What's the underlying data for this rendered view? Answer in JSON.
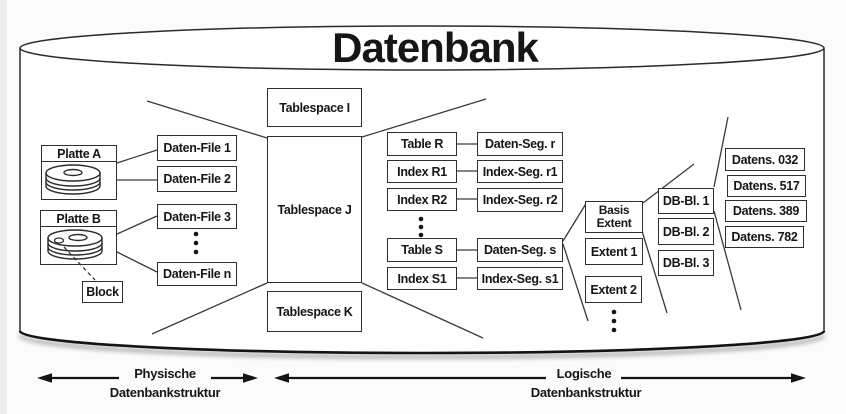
{
  "title": "Datenbank",
  "colors": {
    "ink": "#1c1c1c",
    "box_border": "#2e2e2e",
    "background": "#fbfbfb"
  },
  "physical": {
    "platte_a": "Platte A",
    "platte_b": "Platte B",
    "block": "Block",
    "daten_files": [
      "Daten-File 1",
      "Daten-File 2",
      "Daten-File 3",
      "Daten-File n"
    ]
  },
  "tablespaces": [
    "Tablespace I",
    "Tablespace J",
    "Tablespace K"
  ],
  "logical": {
    "tables": [
      "Table R",
      "Index R1",
      "Index R2",
      "Table S",
      "Index S1"
    ],
    "segments": [
      "Daten-Seg. r",
      "Index-Seg. r1",
      "Index-Seg. r2",
      "Daten-Seg. s",
      "Index-Seg. s1"
    ],
    "extents": [
      "Basis Extent",
      "Extent 1",
      "Extent 2"
    ],
    "db_blocks": [
      "DB-Bl. 1",
      "DB-Bl. 2",
      "DB-Bl. 3"
    ],
    "records": [
      "Datens. 032",
      "Datens. 517",
      "Datens. 389",
      "Datens. 782"
    ]
  },
  "legend": {
    "physical": [
      "Physische",
      "Datenbankstruktur"
    ],
    "logical": [
      "Logische",
      "Datenbankstruktur"
    ]
  }
}
